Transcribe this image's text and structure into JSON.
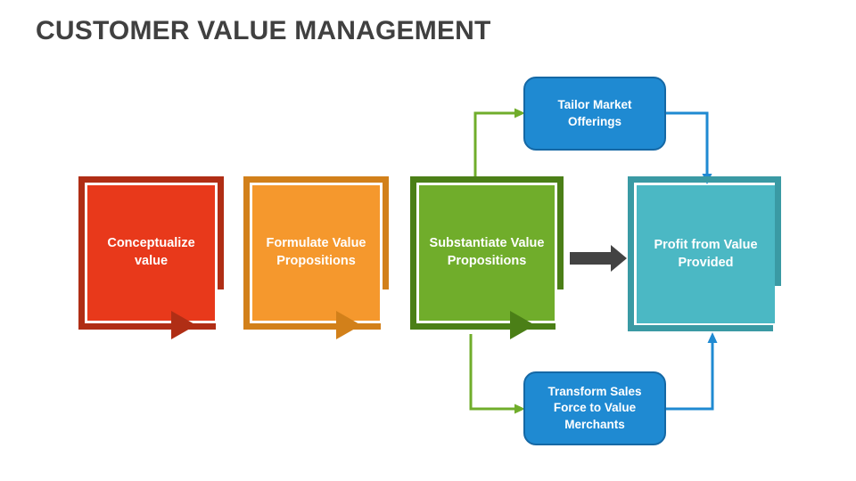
{
  "slide": {
    "title": "CUSTOMER VALUE MANAGEMENT",
    "background": "#FFFFFF",
    "title_color": "#404040"
  },
  "process_steps": [
    {
      "id": "conceptualize-value",
      "label": "Conceptualize value",
      "fill": "#E8391B",
      "border": "#B02E15",
      "arrow": "#B02E15"
    },
    {
      "id": "formulate-value-propositions",
      "label": "Formulate Value Propositions",
      "fill": "#F5982D",
      "border": "#D2801A",
      "arrow": "#D2801A"
    },
    {
      "id": "substantiate-value-propositions",
      "label": "Substantiate Value Propositions",
      "fill": "#70AD2B",
      "border": "#4B7F17",
      "arrow": "#4B7F17"
    }
  ],
  "outcome": {
    "id": "profit-from-value-provided",
    "label": "Profit from Value Provided",
    "fill": "#4BB8C4",
    "border": "#3A9AA4"
  },
  "enablers": [
    {
      "id": "tailor-market-offerings",
      "label": "Tailor Market Offerings",
      "fill": "#1F8AD2",
      "border": "#1568A5"
    },
    {
      "id": "transform-sales-force",
      "label": "Transform Sales Force to Value Merchants",
      "fill": "#1F8AD2",
      "border": "#1568A5"
    }
  ],
  "connectors": [
    {
      "id": "green-to-tailor-market-offerings",
      "from": "substantiate-value-propositions",
      "to": "tailor-market-offerings",
      "color": "#70AD2B",
      "style": "elbow-up-right"
    },
    {
      "id": "green-to-transform-sales-force",
      "from": "substantiate-value-propositions",
      "to": "transform-sales-force",
      "color": "#70AD2B",
      "style": "elbow-down-right"
    },
    {
      "id": "tailor-market-offerings-to-profit",
      "from": "tailor-market-offerings",
      "to": "profit-from-value-provided",
      "color": "#1F8AD2",
      "style": "elbow-right-down"
    },
    {
      "id": "transform-sales-force-to-profit",
      "from": "transform-sales-force",
      "to": "profit-from-value-provided",
      "color": "#1F8AD2",
      "style": "elbow-right-up"
    },
    {
      "id": "green-to-profit-direct",
      "from": "substantiate-value-propositions",
      "to": "profit-from-value-provided",
      "color": "#404040",
      "style": "straight-block-arrow"
    }
  ]
}
